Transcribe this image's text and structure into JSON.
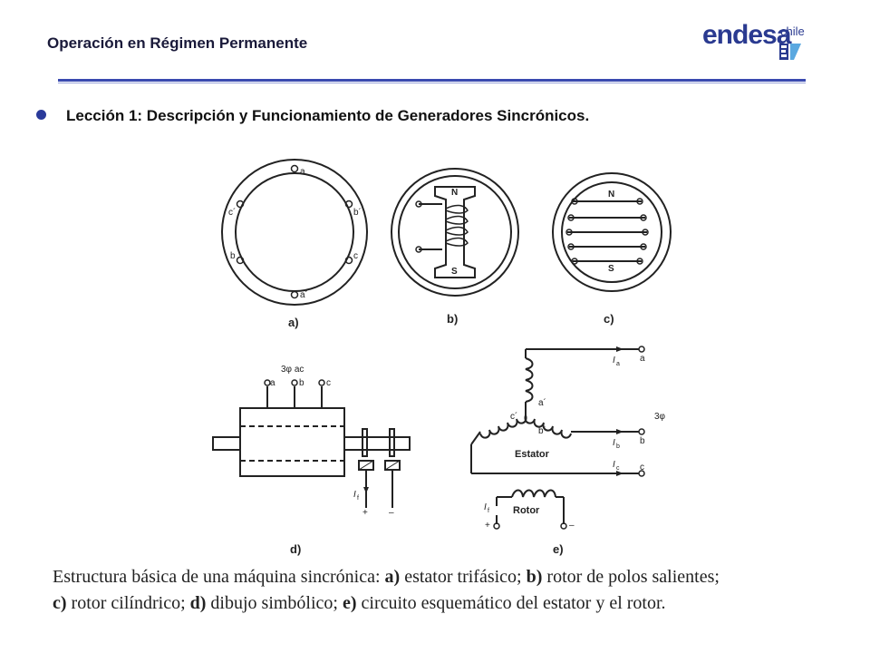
{
  "header": {
    "title": "Operación en Régimen Permanente"
  },
  "logo": {
    "word": "endesa",
    "sub": "chile"
  },
  "bullet": {
    "text": "Lección 1: Descripción y Funcionamiento de Generadores Sincrónicos."
  },
  "figure": {
    "panel_labels": [
      "a)",
      "b)",
      "c)",
      "d)",
      "e)"
    ],
    "stator_terminals": [
      "a",
      "c´",
      "b´",
      "b",
      "c",
      "a´"
    ],
    "pole_labels": [
      "N",
      "S"
    ],
    "d_labels": {
      "supply": "3φ ac",
      "a": "a",
      "b": "b",
      "c": "c",
      "field": "I",
      "field_sub": "f",
      "plus": "+",
      "minus": "–"
    },
    "e_labels": {
      "Ia": "I",
      "Ia_sub": "a",
      "Ib": "I",
      "Ib_sub": "b",
      "Ic": "I",
      "Ic_sub": "c",
      "a": "a",
      "b": "b",
      "c": "c",
      "a_prime": "a´",
      "b_prime": "b´",
      "c_prime": "c´",
      "phase": "3φ",
      "stator": "Estator",
      "rotor": "Rotor",
      "If": "I",
      "If_sub": "f",
      "plus": "+",
      "minus": "–"
    }
  },
  "caption": {
    "line1_prefix": "Estructura básica de una máquina sincrónica: ",
    "line1_a": "a)",
    "line1_a_text": " estator trifásico; ",
    "line1_b": "b)",
    "line1_b_text": " rotor de polos salientes;",
    "line2_c": "c)",
    "line2_c_text": " rotor cilíndrico; ",
    "line2_d": "d)",
    "line2_d_text": " dibujo simbólico; ",
    "line2_e": "e)",
    "line2_e_text": " circuito esquemático del estator y el rotor."
  }
}
